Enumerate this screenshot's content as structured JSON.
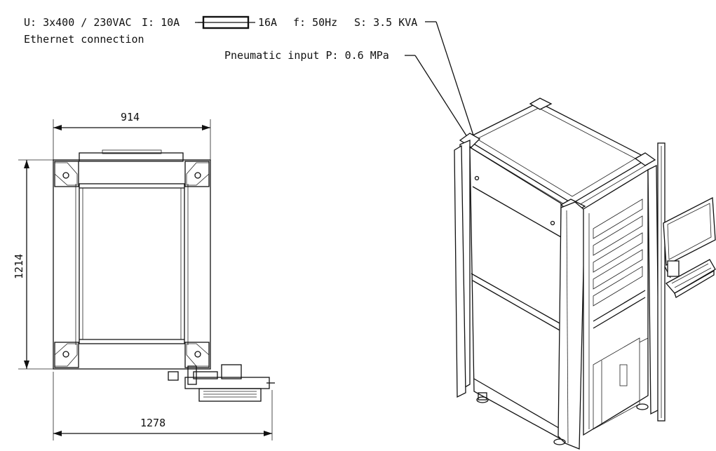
{
  "specs": {
    "voltage": "U: 3x400 / 230VAC",
    "current_in": "I: 10A",
    "fuse": "16A",
    "frequency": "f: 50Hz",
    "power": "S: 3.5 KVA",
    "ethernet": "Ethernet connection",
    "pneumatic": "Pneumatic input P: 0.6 MPa"
  },
  "dimensions": {
    "width_top": "914",
    "height_side": "1214",
    "width_bottom": "1278"
  }
}
